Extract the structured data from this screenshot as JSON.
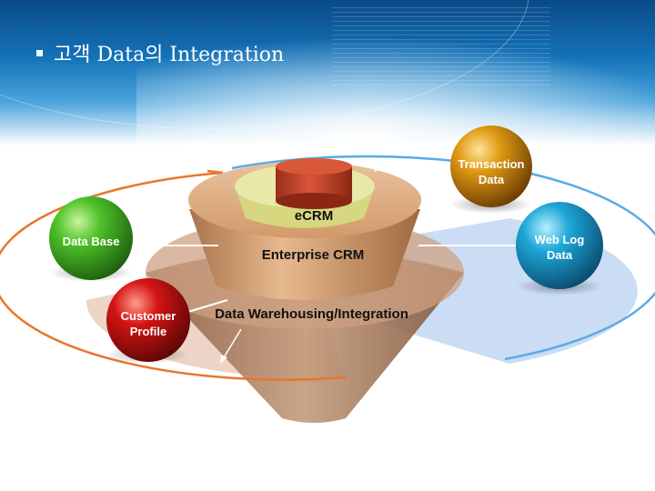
{
  "title": "고객 Data의 Integration",
  "layers": {
    "core": "eCRM",
    "middle": "Enterprise CRM",
    "base": "Data Warehousing/Integration"
  },
  "spheres": {
    "transaction": {
      "line1": "Transaction",
      "line2": "Data",
      "color": "#d18a0a"
    },
    "weblog": {
      "line1": "Web Log",
      "line2": "Data",
      "color": "#1a9bd0"
    },
    "database": {
      "line1": "Data Base",
      "color": "#3faa1e"
    },
    "customer": {
      "line1": "Customer",
      "line2": "Profile",
      "color": "#c01010"
    }
  },
  "colors": {
    "orange_ring": "#e8762a",
    "blue_ring": "#5aaae6",
    "core_red": "#c8482a",
    "inner_ring": "#e2e39a",
    "platform": "#d9a57c"
  }
}
